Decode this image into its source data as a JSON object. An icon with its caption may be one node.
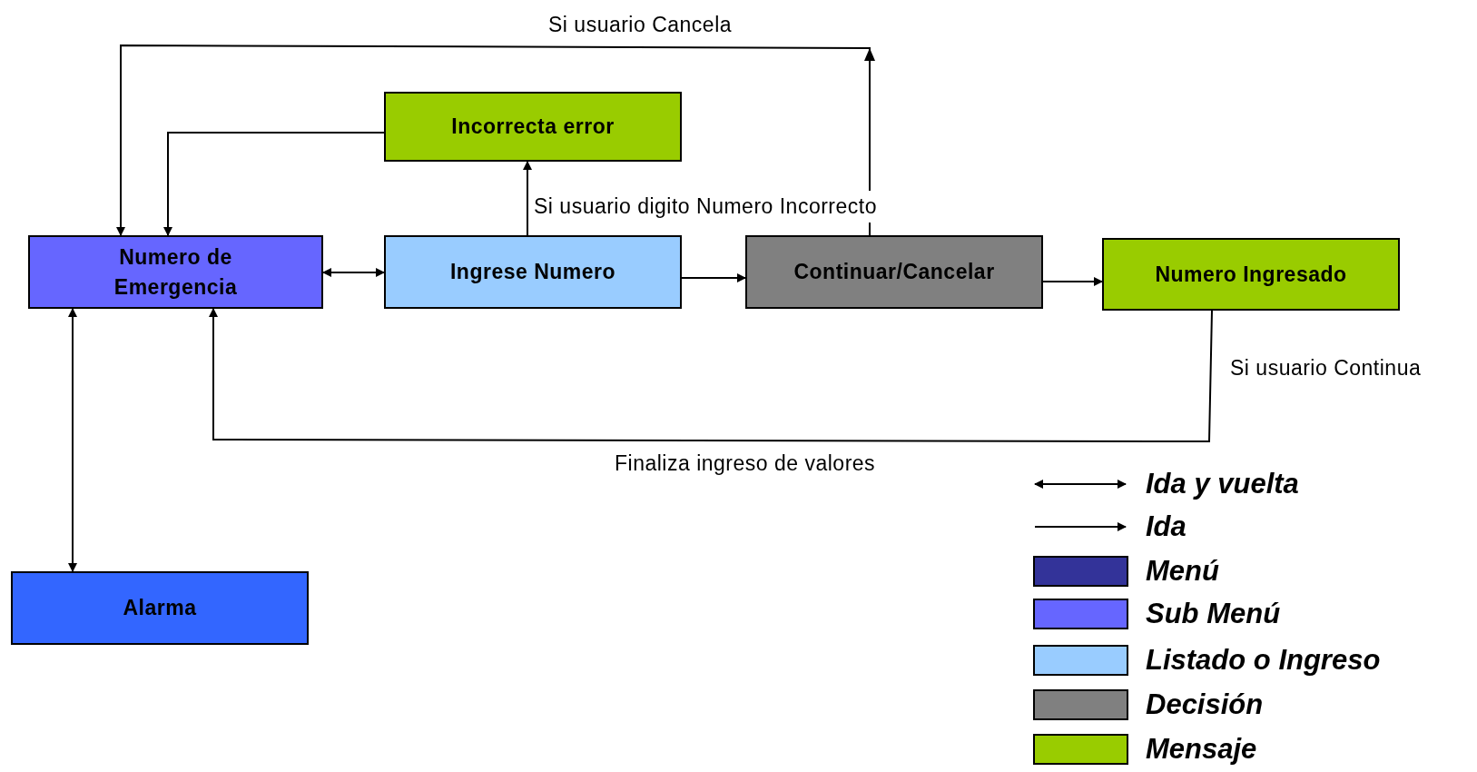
{
  "diagram": {
    "nodes": [
      {
        "text": [
          "Numero de Emergencia"
        ]
      },
      {
        "text": [
          "Incorrecta error"
        ]
      },
      {
        "text": [
          "Ingrese Numero"
        ]
      },
      {
        "text": [
          "Continuar/Cancelar"
        ]
      },
      {
        "text": [
          "Numero Ingresado"
        ]
      },
      {
        "text": [
          "Alarma"
        ]
      }
    ],
    "edges": [
      {
        "from": 0,
        "to": 2,
        "arrow": "both"
      },
      {
        "from": 2,
        "to": 1,
        "arrow": "to",
        "label": "Si usuario digito Numero Incorrecto"
      },
      {
        "from": 1,
        "to": 0,
        "arrow": "to"
      },
      {
        "from": 3,
        "to": 0,
        "arrow": "to",
        "label": "Si usuario Cancela"
      },
      {
        "from": 2,
        "to": 3,
        "arrow": "to"
      },
      {
        "from": 3,
        "to": 4,
        "arrow": "to"
      },
      {
        "from": 4,
        "to": 0,
        "arrow": "to",
        "label": "Finaliza ingreso de valores"
      },
      {
        "from": 0,
        "to": 5,
        "arrow": "both"
      }
    ],
    "labels": [
      "Si usuario Continua"
    ],
    "legend": [
      {
        "text": "Ida y vuelta"
      },
      {
        "text": "Ida"
      },
      {
        "text": "Menú",
        "color": "#333399"
      },
      {
        "text": "Sub Menú",
        "color": "#6666ff"
      },
      {
        "text": "Listado o Ingreso",
        "color": "#99ccff"
      },
      {
        "text": "Decisión",
        "color": "#808080"
      },
      {
        "text": "Mensaje",
        "color": "#99cc00"
      }
    ]
  }
}
